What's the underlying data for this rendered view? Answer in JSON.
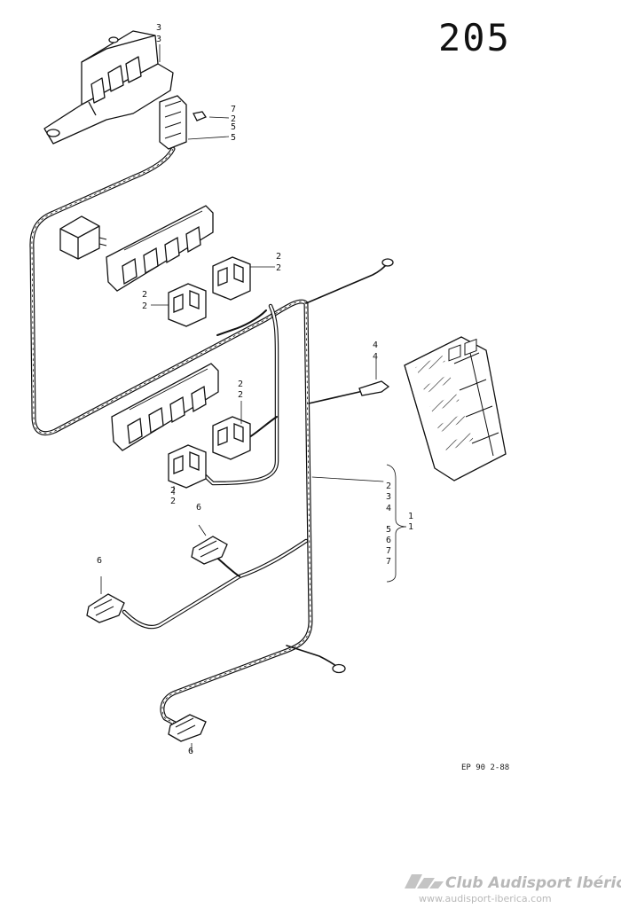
{
  "page_number": "205",
  "reference_code": "EP 90 2-88",
  "watermark": {
    "name": "Club Audisport Ibérica",
    "url": "www.audisport-iberica.com"
  },
  "callouts": {
    "c3a": "3",
    "c3b": "3",
    "c7": "7",
    "c2a": "2",
    "c5a": "5",
    "c5b": "5",
    "c2b1": "2",
    "c2b2": "2",
    "c2c1": "2",
    "c2c2": "2",
    "c4a": "4",
    "c4b": "4",
    "c2d1": "2",
    "c2d2": "2",
    "c2e1": "2",
    "c2e2": "2",
    "c6a": "6",
    "c6b": "6",
    "c6c": "6",
    "g2": "2",
    "g3": "3",
    "g4": "4",
    "g5": "5",
    "g6": "6",
    "g7a": "7",
    "g7b": "7",
    "g1a": "1",
    "g1b": "1"
  }
}
